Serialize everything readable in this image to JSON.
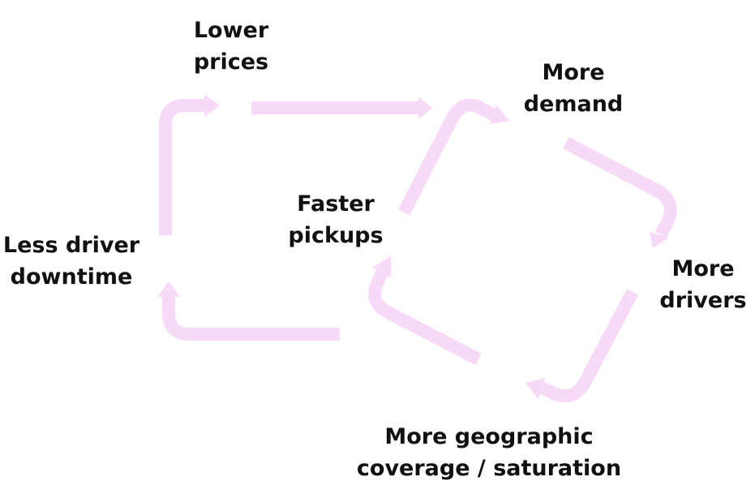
{
  "diagram": {
    "colors": {
      "arrow": "#f7d9f8",
      "text": "#111111",
      "background": "#ffffff"
    },
    "nodes": {
      "lower_prices": {
        "line1": "Lower",
        "line2": "prices"
      },
      "more_demand": {
        "line1": "More",
        "line2": "demand"
      },
      "more_drivers": {
        "line1": "More",
        "line2": "drivers"
      },
      "geographic_coverage": {
        "line1": "More geographic",
        "line2": "coverage / saturation"
      },
      "faster_pickups": {
        "line1": "Faster",
        "line2": "pickups"
      },
      "less_driver_downtime": {
        "line1": "Less driver",
        "line2": "downtime"
      }
    }
  }
}
